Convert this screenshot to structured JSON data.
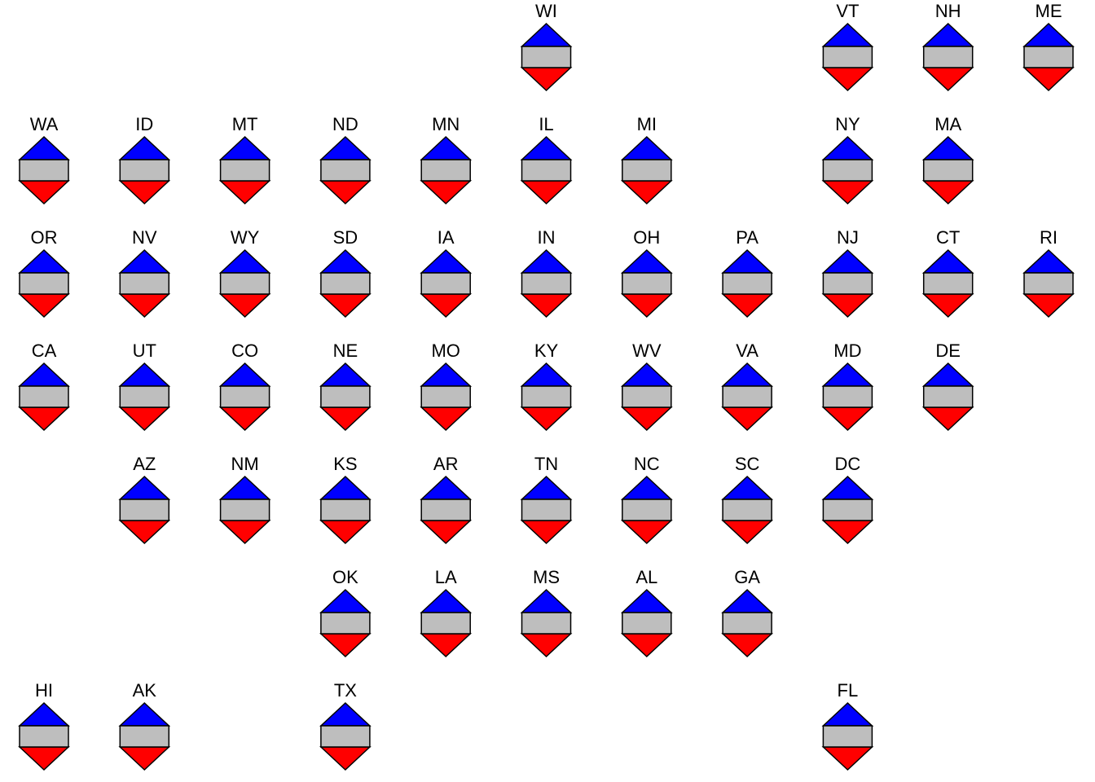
{
  "chart_data": {
    "type": "table",
    "colors": {
      "top": "#0000ff",
      "middle": "#bebebe",
      "bottom": "#ff0000",
      "outline": "#000000",
      "background": "#ffffff"
    },
    "cells": [
      {
        "state": "WI",
        "row": 0,
        "col": 5
      },
      {
        "state": "VT",
        "row": 0,
        "col": 8
      },
      {
        "state": "NH",
        "row": 0,
        "col": 9
      },
      {
        "state": "ME",
        "row": 0,
        "col": 10
      },
      {
        "state": "WA",
        "row": 1,
        "col": 0
      },
      {
        "state": "ID",
        "row": 1,
        "col": 1
      },
      {
        "state": "MT",
        "row": 1,
        "col": 2
      },
      {
        "state": "ND",
        "row": 1,
        "col": 3
      },
      {
        "state": "MN",
        "row": 1,
        "col": 4
      },
      {
        "state": "IL",
        "row": 1,
        "col": 5
      },
      {
        "state": "MI",
        "row": 1,
        "col": 6
      },
      {
        "state": "NY",
        "row": 1,
        "col": 8
      },
      {
        "state": "MA",
        "row": 1,
        "col": 9
      },
      {
        "state": "OR",
        "row": 2,
        "col": 0
      },
      {
        "state": "NV",
        "row": 2,
        "col": 1
      },
      {
        "state": "WY",
        "row": 2,
        "col": 2
      },
      {
        "state": "SD",
        "row": 2,
        "col": 3
      },
      {
        "state": "IA",
        "row": 2,
        "col": 4
      },
      {
        "state": "IN",
        "row": 2,
        "col": 5
      },
      {
        "state": "OH",
        "row": 2,
        "col": 6
      },
      {
        "state": "PA",
        "row": 2,
        "col": 7
      },
      {
        "state": "NJ",
        "row": 2,
        "col": 8
      },
      {
        "state": "CT",
        "row": 2,
        "col": 9
      },
      {
        "state": "RI",
        "row": 2,
        "col": 10
      },
      {
        "state": "CA",
        "row": 3,
        "col": 0
      },
      {
        "state": "UT",
        "row": 3,
        "col": 1
      },
      {
        "state": "CO",
        "row": 3,
        "col": 2
      },
      {
        "state": "NE",
        "row": 3,
        "col": 3
      },
      {
        "state": "MO",
        "row": 3,
        "col": 4
      },
      {
        "state": "KY",
        "row": 3,
        "col": 5
      },
      {
        "state": "WV",
        "row": 3,
        "col": 6
      },
      {
        "state": "VA",
        "row": 3,
        "col": 7
      },
      {
        "state": "MD",
        "row": 3,
        "col": 8
      },
      {
        "state": "DE",
        "row": 3,
        "col": 9
      },
      {
        "state": "AZ",
        "row": 4,
        "col": 1
      },
      {
        "state": "NM",
        "row": 4,
        "col": 2
      },
      {
        "state": "KS",
        "row": 4,
        "col": 3
      },
      {
        "state": "AR",
        "row": 4,
        "col": 4
      },
      {
        "state": "TN",
        "row": 4,
        "col": 5
      },
      {
        "state": "NC",
        "row": 4,
        "col": 6
      },
      {
        "state": "SC",
        "row": 4,
        "col": 7
      },
      {
        "state": "DC",
        "row": 4,
        "col": 8
      },
      {
        "state": "OK",
        "row": 5,
        "col": 3
      },
      {
        "state": "LA",
        "row": 5,
        "col": 4
      },
      {
        "state": "MS",
        "row": 5,
        "col": 5
      },
      {
        "state": "AL",
        "row": 5,
        "col": 6
      },
      {
        "state": "GA",
        "row": 5,
        "col": 7
      },
      {
        "state": "HI",
        "row": 6,
        "col": 0
      },
      {
        "state": "AK",
        "row": 6,
        "col": 1
      },
      {
        "state": "TX",
        "row": 6,
        "col": 3
      },
      {
        "state": "FL",
        "row": 6,
        "col": 8
      }
    ]
  }
}
